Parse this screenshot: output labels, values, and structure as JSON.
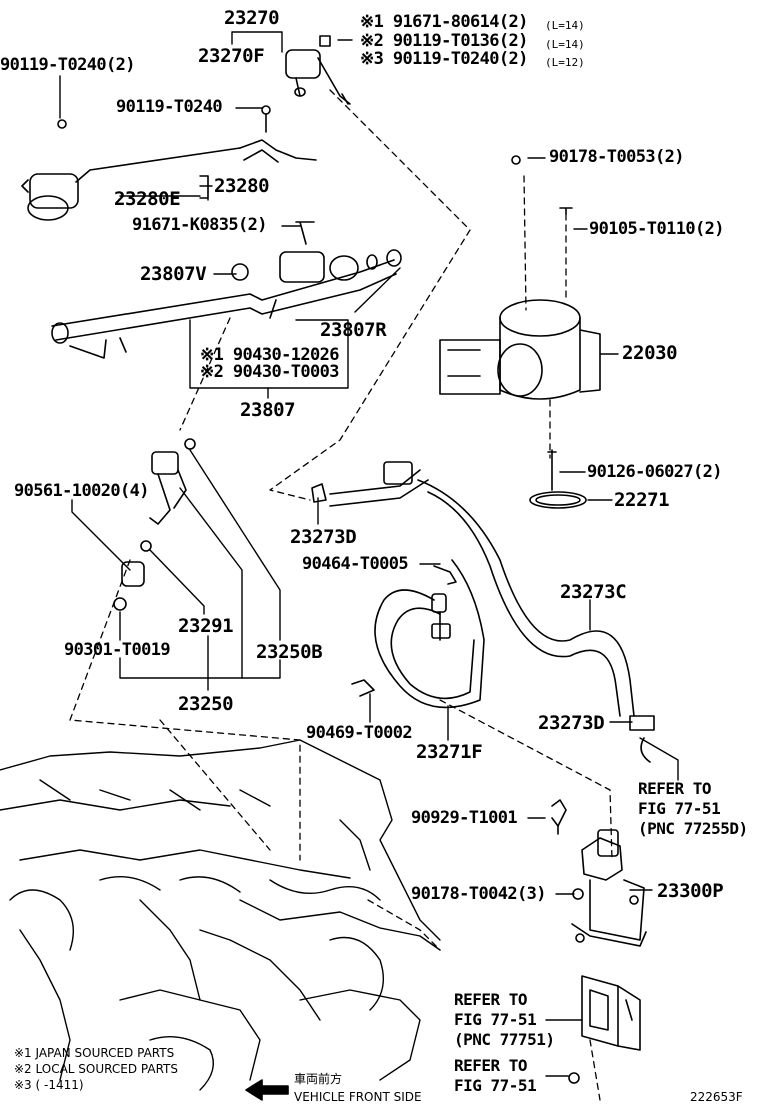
{
  "parts": {
    "p23270": "23270",
    "p23270F": "23270F",
    "p91671_80614": "※1 91671-80614(2)",
    "p91671_80614_len": "(L=14)",
    "p90119_T0136": "※2 90119-T0136(2)",
    "p90119_T0136_len": "(L=14)",
    "p90119_T0240_3": "※3 90119-T0240(2)",
    "p90119_T0240_3_len": "(L=12)",
    "p90119_T0240_2": "90119-T0240(2)",
    "p90119_T0240": "90119-T0240",
    "p23280E": "23280E",
    "p23280": "23280",
    "p90178_T0053": "90178-T0053(2)",
    "p91671_K0835": "91671-K0835(2)",
    "p90105_T0110": "90105-T0110(2)",
    "p23807V": "23807V",
    "p23807R": "23807R",
    "p22030": "22030",
    "p90430_12026": "※1 90430-12026",
    "p90430_T0003": "※2 90430-T0003",
    "p23807": "23807",
    "p90126_06027": "90126-06027(2)",
    "p90561_10020": "90561-10020(4)",
    "p22271": "22271",
    "p23273D_a": "23273D",
    "p90464_T0005": "90464-T0005",
    "p23273C": "23273C",
    "p23291": "23291",
    "p23250B": "23250B",
    "p90301_T0019": "90301-T0019",
    "p23250": "23250",
    "p90469_T0002": "90469-T0002",
    "p23273D_b": "23273D",
    "p23271F": "23271F",
    "p90929_T1001": "90929-T1001",
    "p90178_T0042": "90178-T0042(3)",
    "p23300P": "23300P"
  },
  "refs": {
    "r1_l1": "REFER TO",
    "r1_l2": "FIG 77-51",
    "r1_l3": "(PNC 77255D)",
    "r2_l1": "REFER TO",
    "r2_l2": "FIG 77-51",
    "r2_l3": "(PNC 77751)",
    "r3_l1": "REFER TO",
    "r3_l2": "FIG 77-51"
  },
  "notes": {
    "n1": "※1 JAPAN SOURCED PARTS",
    "n2": "※2 LOCAL SOURCED PARTS",
    "n3": "※3 (      -1411)",
    "front_jp": "車両前方",
    "front_en": "VEHICLE FRONT SIDE",
    "drawing_id": "222653F"
  }
}
